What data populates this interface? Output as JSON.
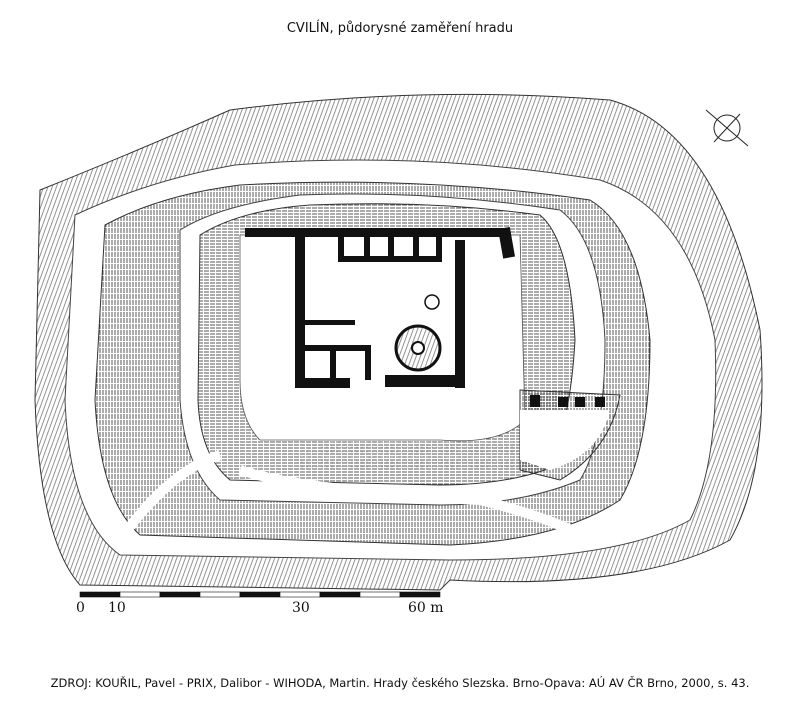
{
  "title": "CVILÍN, půdorysné zaměření hradu",
  "scale_bar": {
    "labels": [
      "0",
      "10",
      "30",
      "60 m"
    ],
    "segments": 9
  },
  "source": "ZDROJ: KOUŘIL, Pavel - PRIX, Dalibor - WIHODA, Martin. Hrady českého Slezska. Brno-Opava: AÚ AV ČR Brno, 2000, s. 43.",
  "colors": {
    "ink": "#111111",
    "paper": "#ffffff",
    "hatch": "#555555"
  },
  "icons": {
    "north_arrow": "compass-north-icon"
  }
}
